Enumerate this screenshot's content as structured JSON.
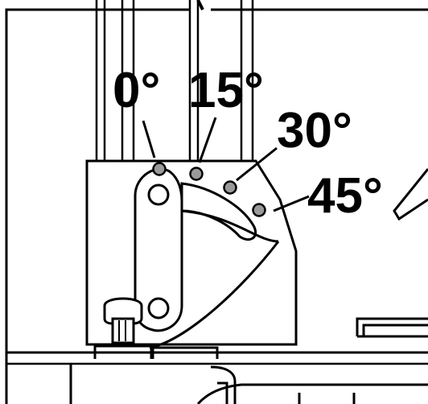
{
  "diagram": {
    "angle_labels": [
      {
        "text": "0°"
      },
      {
        "text": "15°"
      },
      {
        "text": "30°"
      },
      {
        "text": "45°"
      }
    ]
  },
  "colors": {
    "stroke": "#000000",
    "background": "#ffffff",
    "detent_fill": "#9a9a9a"
  },
  "icons": {
    "lock-knob": "lock-knob-icon",
    "blade-tip": "blade-tip-icon"
  }
}
